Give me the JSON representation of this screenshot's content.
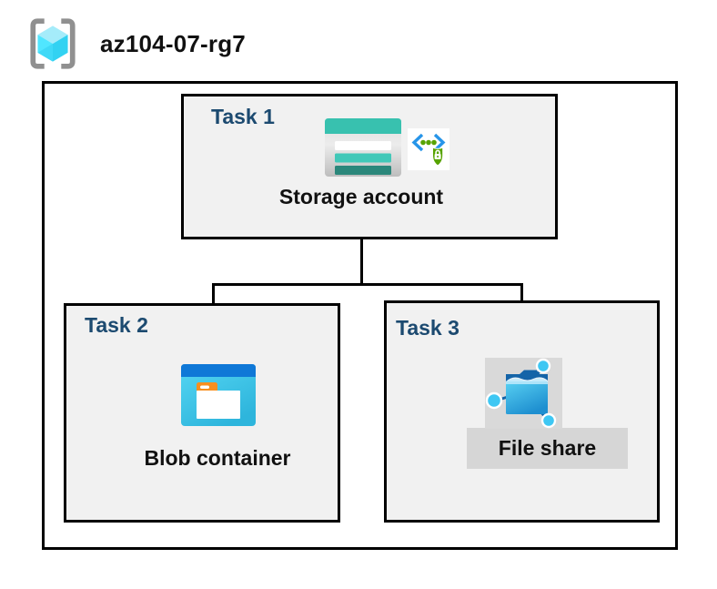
{
  "header": {
    "resource_group_name": "az104-07-rg7",
    "resource_group_icon": "azure-resource-group-icon"
  },
  "tasks": [
    {
      "label": "Task 1",
      "resource": "Storage account",
      "icons": [
        "storage-account-icon",
        "secure-access-icon"
      ]
    },
    {
      "label": "Task 2",
      "resource": "Blob container",
      "icons": [
        "blob-container-icon"
      ]
    },
    {
      "label": "Task 3",
      "resource": "File share",
      "icons": [
        "file-share-icon"
      ]
    }
  ],
  "connectors": [
    {
      "from": "Storage account",
      "to": "Blob container"
    },
    {
      "from": "Storage account",
      "to": "File share"
    }
  ],
  "colors": {
    "task_label_navy": "#1c4a70",
    "box_fill": "#f1f1f1",
    "border_black": "#000000",
    "storage_teal": "#38c1af",
    "storage_teal_dark": "#2b877b",
    "blob_blue_bar": "#0f78d7",
    "blob_cyan": "#3cc5e8",
    "folder_tab_orange": "#f78f1f",
    "fileshare_blue": "#1e8fd0",
    "fileshare_node_cyan": "#3ec7f3",
    "fileshare_navy": "#1464a8",
    "shield_green": "#57a300",
    "bracket_blue": "#2795e9",
    "rg_cube_cyan": "#50e6ff",
    "rg_bracket_gray": "#909090",
    "gray_band": "#d6d6d6"
  }
}
